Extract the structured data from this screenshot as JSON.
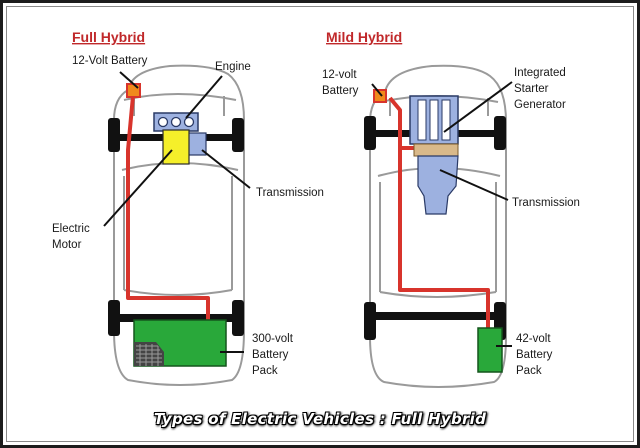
{
  "full_hybrid": {
    "title": "Full Hybrid",
    "labels": {
      "battery_12v": "12-Volt Battery",
      "engine": "Engine",
      "transmission": "Transmission",
      "motor_line1": "Electric",
      "motor_line2": "Motor",
      "pack_line1": "300-volt",
      "pack_line2": "Battery",
      "pack_line3": "Pack"
    }
  },
  "mild_hybrid": {
    "title": "Mild Hybrid",
    "labels": {
      "battery_line1": "12-volt",
      "battery_line2": "Battery",
      "isg_line1": "Integrated",
      "isg_line2": "Starter",
      "isg_line3": "Generator",
      "transmission": "Transmission",
      "pack_line1": "42-volt",
      "pack_line2": "Battery",
      "pack_line3": "Pack"
    }
  },
  "caption": "Types of Electric Vehicles : Full Hybrid",
  "colors": {
    "title_red": "#c0282a",
    "wire_red": "#d8342c",
    "battery_green": "#29a83a",
    "motor_yellow": "#f5ef2a",
    "engine_blue": "#9db1e0",
    "small_battery_orange": "#f08a1c",
    "isg_tan": "#d9b98a"
  }
}
